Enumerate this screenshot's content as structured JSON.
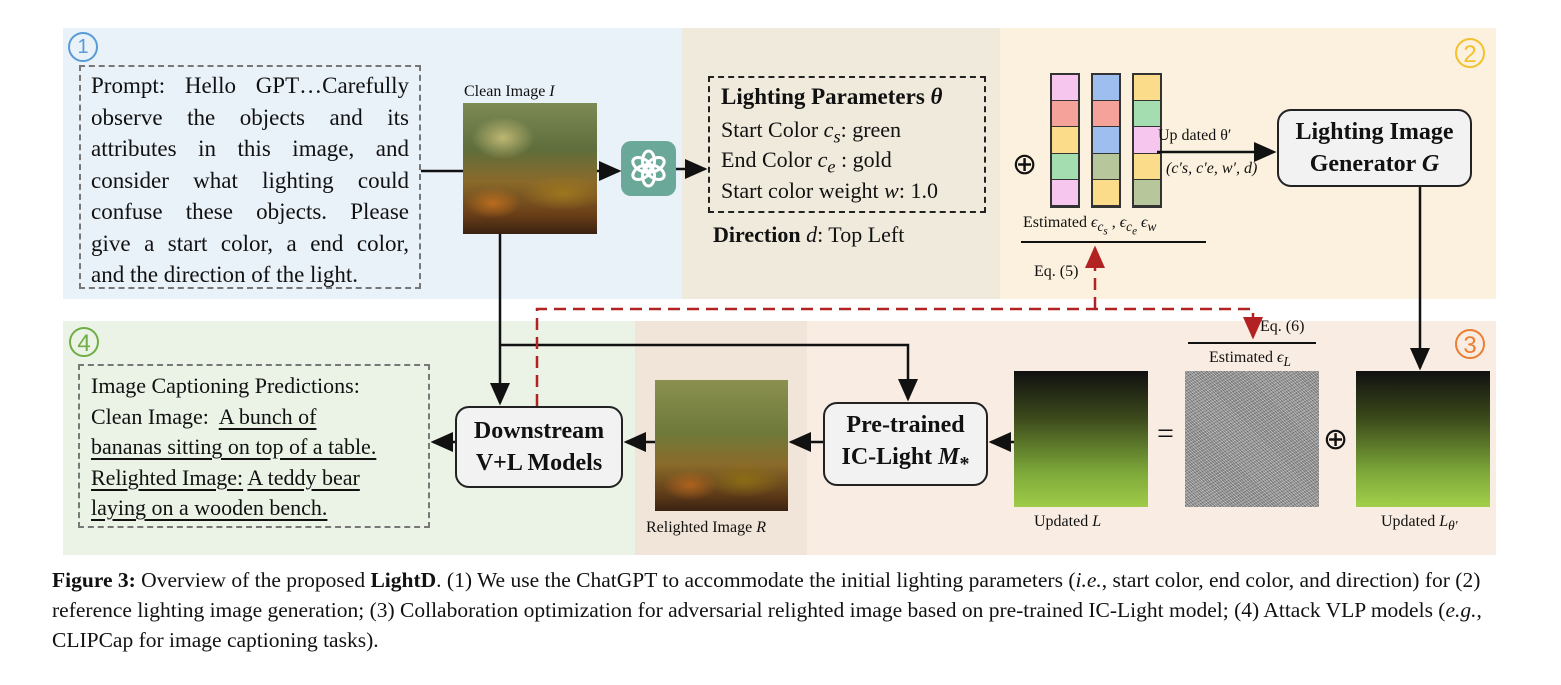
{
  "sections": {
    "s1": "①",
    "s2": "②",
    "s3": "③",
    "s4": "④"
  },
  "prompt": {
    "lines": [
      "Prompt: Hello GPT…Carefully",
      "observe the objects and its",
      "attributes in this image, and",
      "consider what lighting could",
      "confuse these objects. Please",
      "give a start color, a end color,",
      "and the direction of the light."
    ]
  },
  "clean_image_label": {
    "text": "Clean Image",
    "var": "I"
  },
  "lighting_params": {
    "title": "Lighting Parameters",
    "title_var": "θ",
    "start_color_text": "Start Color",
    "start_color_var": "c",
    "start_color_sub": "s",
    "start_color_value": ": green",
    "end_color_text": "End Color",
    "end_color_var": "c",
    "end_color_sub": "e",
    "end_color_value": " : gold",
    "weight_text": "Start color weight",
    "weight_var": "w",
    "weight_value": ": 1.0",
    "direction_text": "Direction",
    "direction_var": "d",
    "direction_value": ": Top Left"
  },
  "estimated_params_label": "Estimated",
  "updated_theta_label": "Up dated θ′",
  "updated_theta_tuple": "(c′s, c′e, w′, d)",
  "eq5": "Eq. (5)",
  "eq6": "Eq. (6)",
  "generator": {
    "line1": "Lighting Image",
    "line2": "Generator",
    "var": "G"
  },
  "estimated_eps_label": "Estimated",
  "updated_L_label": {
    "text": "Updated",
    "var": "L"
  },
  "updated_Ltheta_label": {
    "text": "Updated",
    "var": "L",
    "sub": "θ′"
  },
  "pretrained": {
    "line1": "Pre-trained",
    "line2": "IC-Light",
    "var": "M",
    "sub": "*"
  },
  "downstream": {
    "line1": "Downstream",
    "line2": "V+L Models"
  },
  "relighted_label": {
    "text": "Relighted Image",
    "var": "R"
  },
  "captions": {
    "header": "Image Captioning Predictions:",
    "clean_prefix": "Clean Image:",
    "clean_caption_a": "A bunch of",
    "clean_caption_b": "bananas sitting on top of a table.",
    "relit_prefix": "Relighted Image:",
    "relit_caption_a": "A teddy bear",
    "relit_caption_b": "laying on a wooden bench."
  },
  "figure_caption": {
    "label": "Figure 3:",
    "text1": " Overview of the proposed ",
    "name": "LightD",
    "text2": ". (1) We use the ChatGPT to accommodate the initial lighting parameters (",
    "ie": "i.e.",
    "text3": ", start color, end color, and direction) for (2) reference lighting image generation; (3) Collaboration optimization for adversarial relighted image based on pre-trained IC-Light model; (4) Attack VLP models (",
    "eg": "e.g.",
    "text4": ", CLIPCap for image captioning tasks)."
  },
  "colors": {
    "region1": "#e9f1f9",
    "region2_left": "#efeadb",
    "region2_right": "#fbf1de",
    "region3_left": "#f1e4d8",
    "region3_right": "#f9ece2",
    "region4": "#ebf3e6",
    "num1": "#5b9bd5",
    "num2": "#f2c12e",
    "num3": "#ed7d31",
    "num4": "#70ad47",
    "dash_red": "#b22222"
  },
  "param_columns": [
    [
      "#f7c6ef",
      "#f4a29a",
      "#fbdc8a",
      "#a4deb0",
      "#f7c6ef"
    ],
    [
      "#9fbef0",
      "#f4a29a",
      "#9fbef0",
      "#b7c79b",
      "#fbdc8a"
    ],
    [
      "#fbdc8a",
      "#a4deb0",
      "#f7c6ef",
      "#fbdc8a",
      "#b7c79b"
    ]
  ]
}
